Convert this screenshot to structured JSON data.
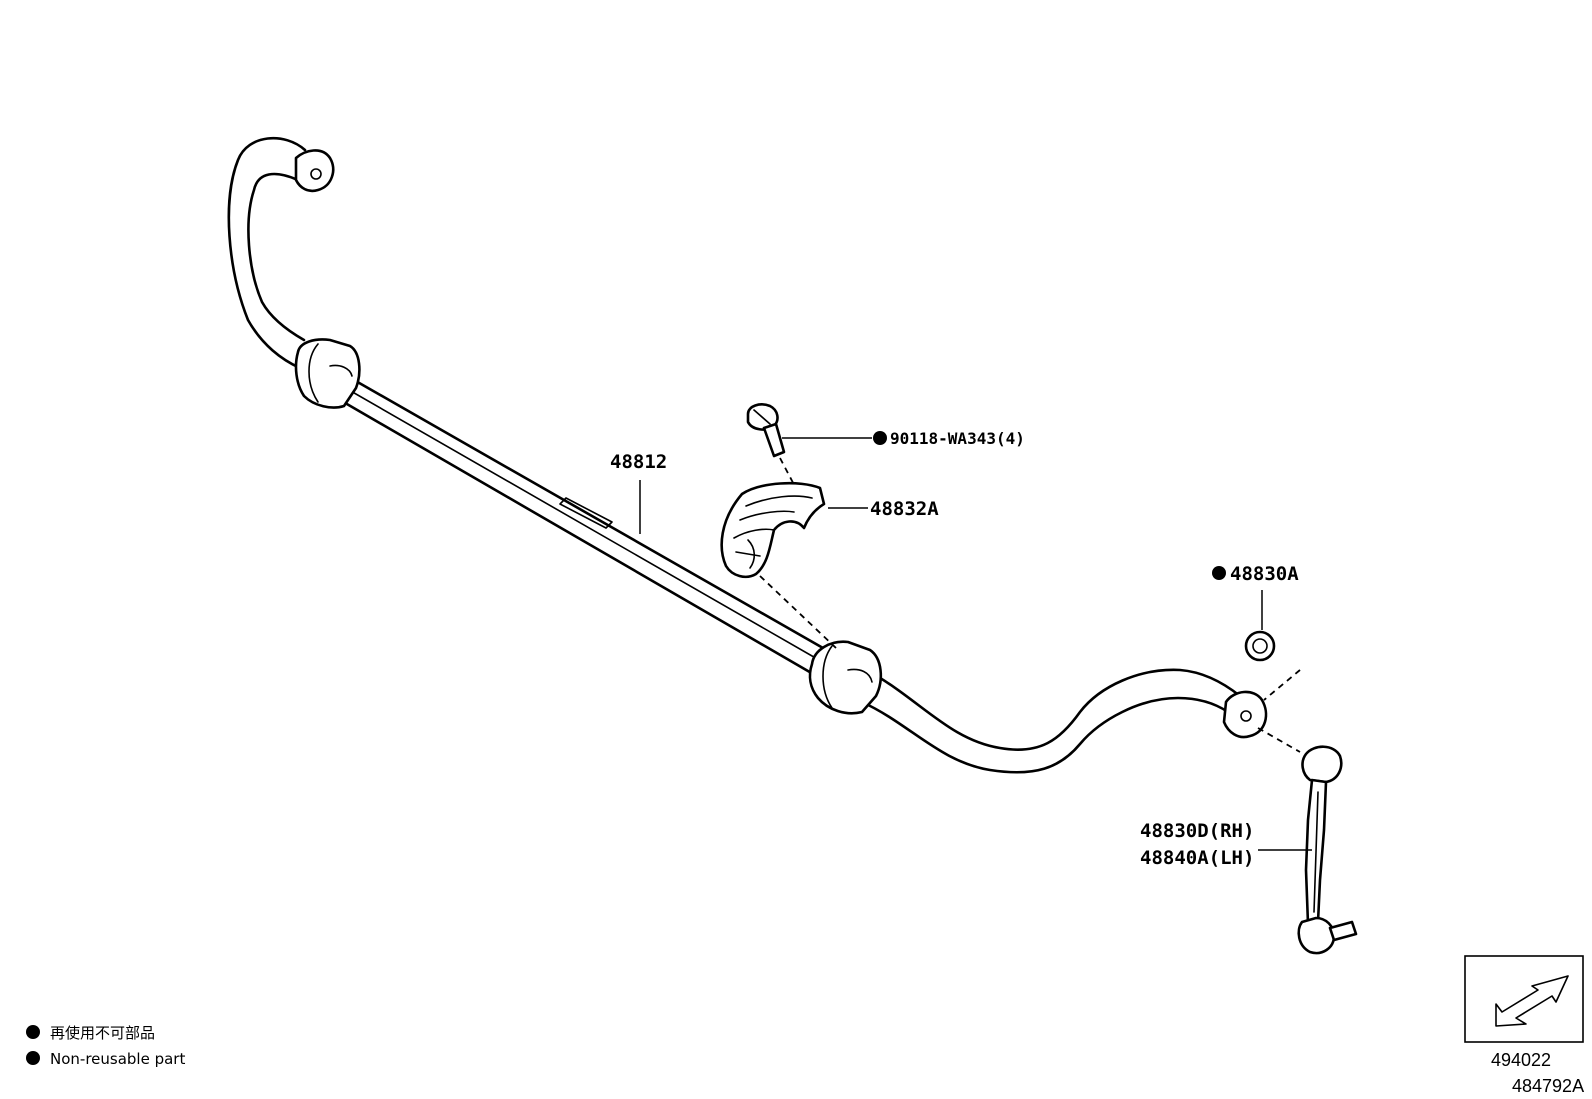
{
  "parts": {
    "stabilizer_bar": "48812",
    "bolt": "90118-WA343(4)",
    "bracket": "48832A",
    "nut": "48830A",
    "link_rh": "48830D(RH)",
    "link_lh": "48840A(LH)"
  },
  "legend": {
    "jp": "再使用不可部品",
    "en": "Non-reusable part"
  },
  "reference": {
    "view_code": "494022",
    "illustration_code": "484792A"
  }
}
